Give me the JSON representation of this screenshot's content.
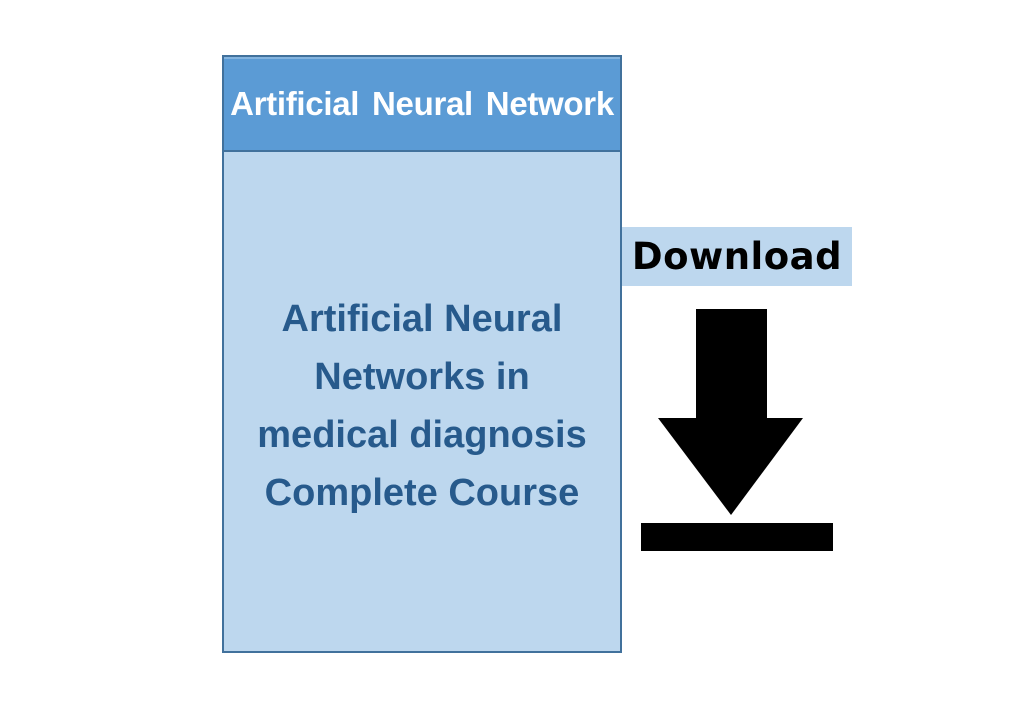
{
  "page": {
    "background": "#ffffff"
  },
  "card": {
    "header": {
      "title": "Artificial Neural Network"
    },
    "body": {
      "text": "Artificial Neural\nNetworks in\nmedical diagnosis\nComplete Course"
    }
  },
  "download": {
    "label": "Download",
    "icon": "download-arrow-to-bar"
  },
  "colors": {
    "page_bg": "#ffffff",
    "header_bg": "#5B9BD5",
    "header_text": "#FFFFFF",
    "body_bg": "#BDD7EE",
    "body_text": "#275A8C",
    "border": "#41719C",
    "label_bg": "#BDD7EE",
    "label_text": "#000000",
    "arrow": "#000000"
  }
}
